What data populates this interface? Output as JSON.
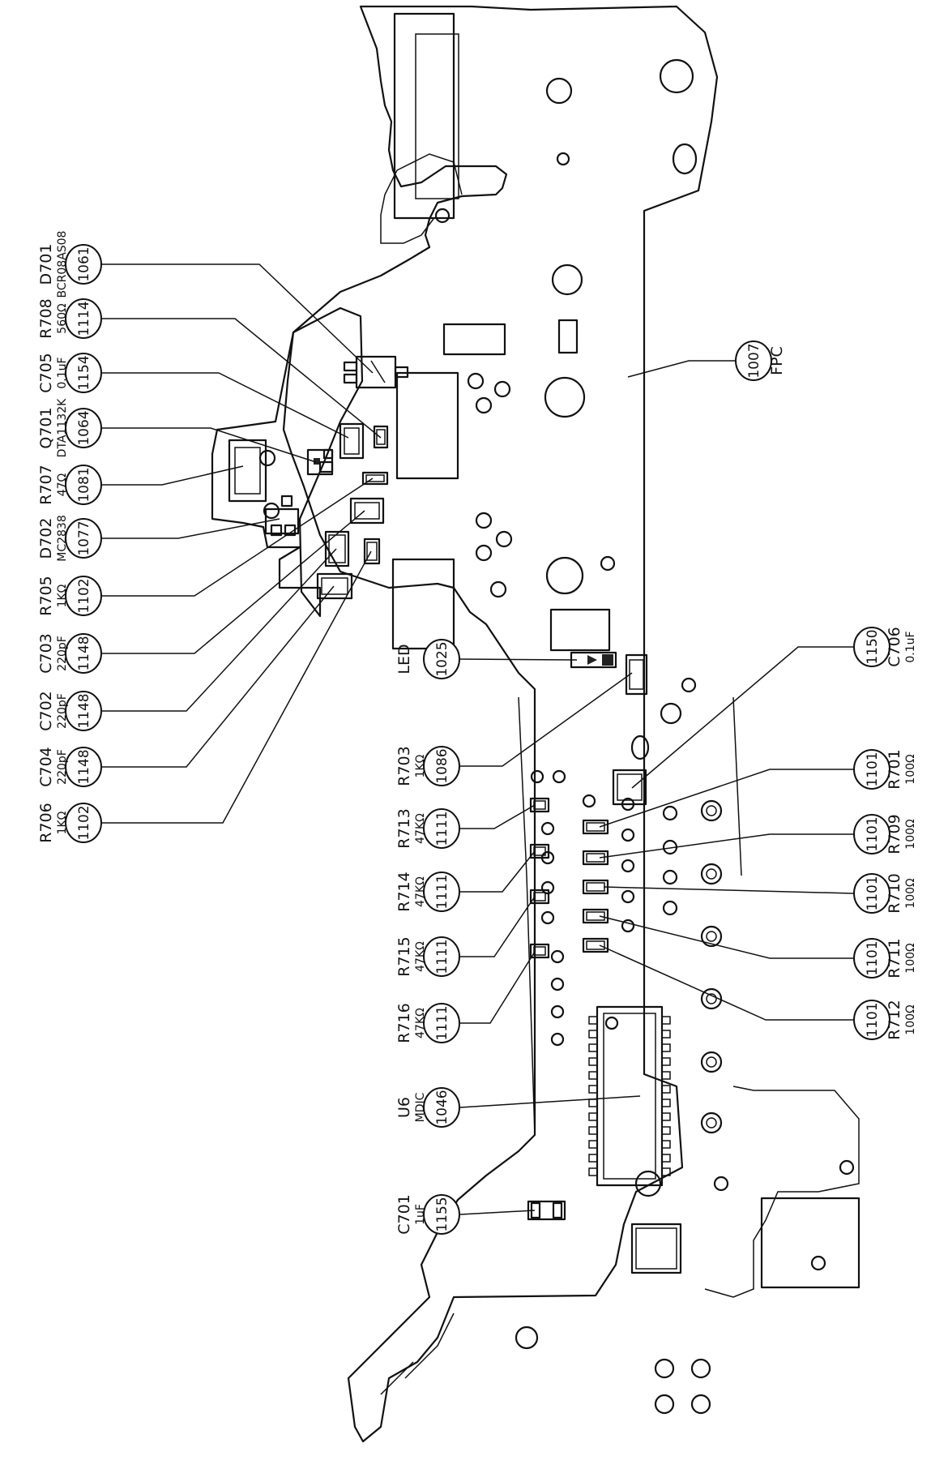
{
  "diagram": {
    "callouts": [
      {
        "ref": "D701",
        "value": "BCR08AS08",
        "part": "1061"
      },
      {
        "ref": "R708",
        "value": "560Ω",
        "part": "1114"
      },
      {
        "ref": "C705",
        "value": "0.1uF",
        "part": "1154"
      },
      {
        "ref": "Q701",
        "value": "DTA1132K",
        "part": "1064"
      },
      {
        "ref": "R707",
        "value": "47Ω",
        "part": "1081"
      },
      {
        "ref": "D702",
        "value": "MC2838",
        "part": "1077"
      },
      {
        "ref": "R705",
        "value": "1KΩ",
        "part": "1102"
      },
      {
        "ref": "C703",
        "value": "220pF",
        "part": "1148"
      },
      {
        "ref": "C702",
        "value": "220pF",
        "part": "1148"
      },
      {
        "ref": "C704",
        "value": "220pF",
        "part": "1148"
      },
      {
        "ref": "R706",
        "value": "1KΩ",
        "part": "1102"
      },
      {
        "ref": "FPC",
        "value": "",
        "part": "1007"
      },
      {
        "ref": "LED",
        "value": "",
        "part": "1025"
      },
      {
        "ref": "R703",
        "value": "1KΩ",
        "part": "1086"
      },
      {
        "ref": "R713",
        "value": "47KΩ",
        "part": "1111"
      },
      {
        "ref": "R714",
        "value": "47KΩ",
        "part": "1111"
      },
      {
        "ref": "R715",
        "value": "47KΩ",
        "part": "1111"
      },
      {
        "ref": "R716",
        "value": "47KΩ",
        "part": "1111"
      },
      {
        "ref": "U6",
        "value": "MDIC",
        "part": "1046"
      },
      {
        "ref": "C701",
        "value": "1uF",
        "part": "1155"
      },
      {
        "ref": "C706",
        "value": "0.1uF",
        "part": "1150"
      },
      {
        "ref": "R701",
        "value": "100Ω",
        "part": "1101"
      },
      {
        "ref": "R709",
        "value": "100Ω",
        "part": "1101"
      },
      {
        "ref": "R710",
        "value": "100Ω",
        "part": "1101"
      },
      {
        "ref": "R711",
        "value": "100Ω",
        "part": "1101"
      },
      {
        "ref": "R712",
        "value": "100Ω",
        "part": "1101"
      }
    ]
  }
}
